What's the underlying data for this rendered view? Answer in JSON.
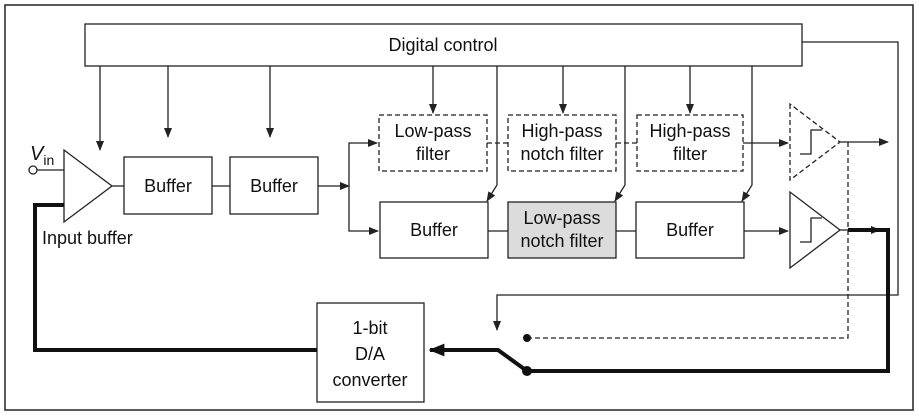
{
  "diagram": {
    "digital_control": "Digital control",
    "input_label": "V",
    "input_subscript": "in",
    "input_buffer": "Input buffer",
    "buffer": "Buffer",
    "lowpass_filter": [
      "Low-pass",
      "filter"
    ],
    "highpass_notch_filter": [
      "High-pass",
      "notch filter"
    ],
    "highpass_filter": [
      "High-pass",
      "filter"
    ],
    "lowpass_notch_filter": [
      "Low-pass",
      "notch filter"
    ],
    "dac": [
      "1-bit",
      "D/A",
      "converter"
    ]
  },
  "colors": {
    "line": "#222222",
    "shaded_block": "#dcdcdc"
  }
}
